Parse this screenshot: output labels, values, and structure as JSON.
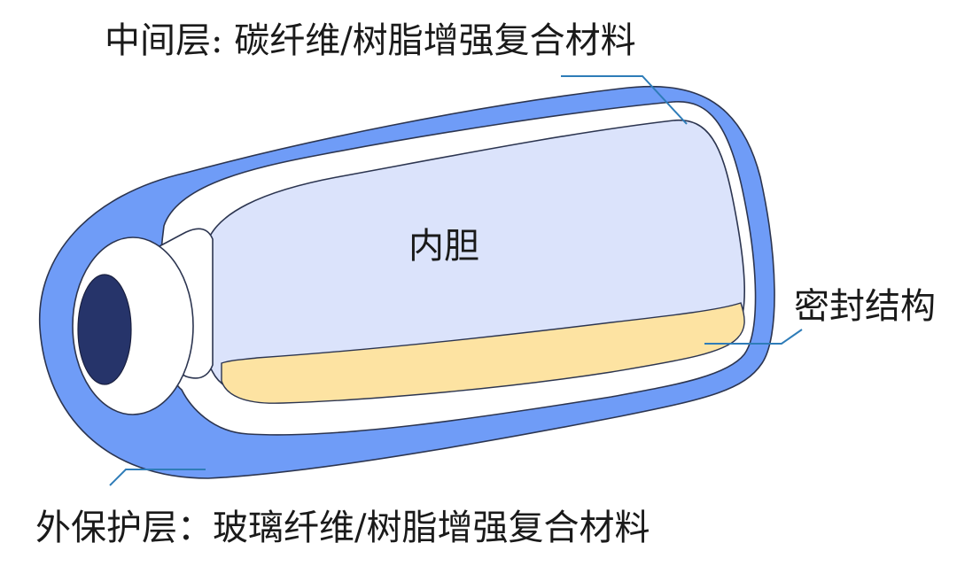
{
  "labels": {
    "middle_layer": "中间层: 碳纤维/树脂增强复合材料",
    "inner_liner": "内胆",
    "seal_structure": "密封结构",
    "outer_layer": "外保护层：玻璃纤维/树脂增强复合材料"
  },
  "colors": {
    "outer_layer": "#6f9cf7",
    "middle_layer": "#ffffff",
    "inner_liner": "#dbe3fb",
    "seal_structure": "#fde3a2",
    "neck_opening": "#26346a",
    "leader_line": "#2e7cb8",
    "outline": "#2c3550"
  }
}
